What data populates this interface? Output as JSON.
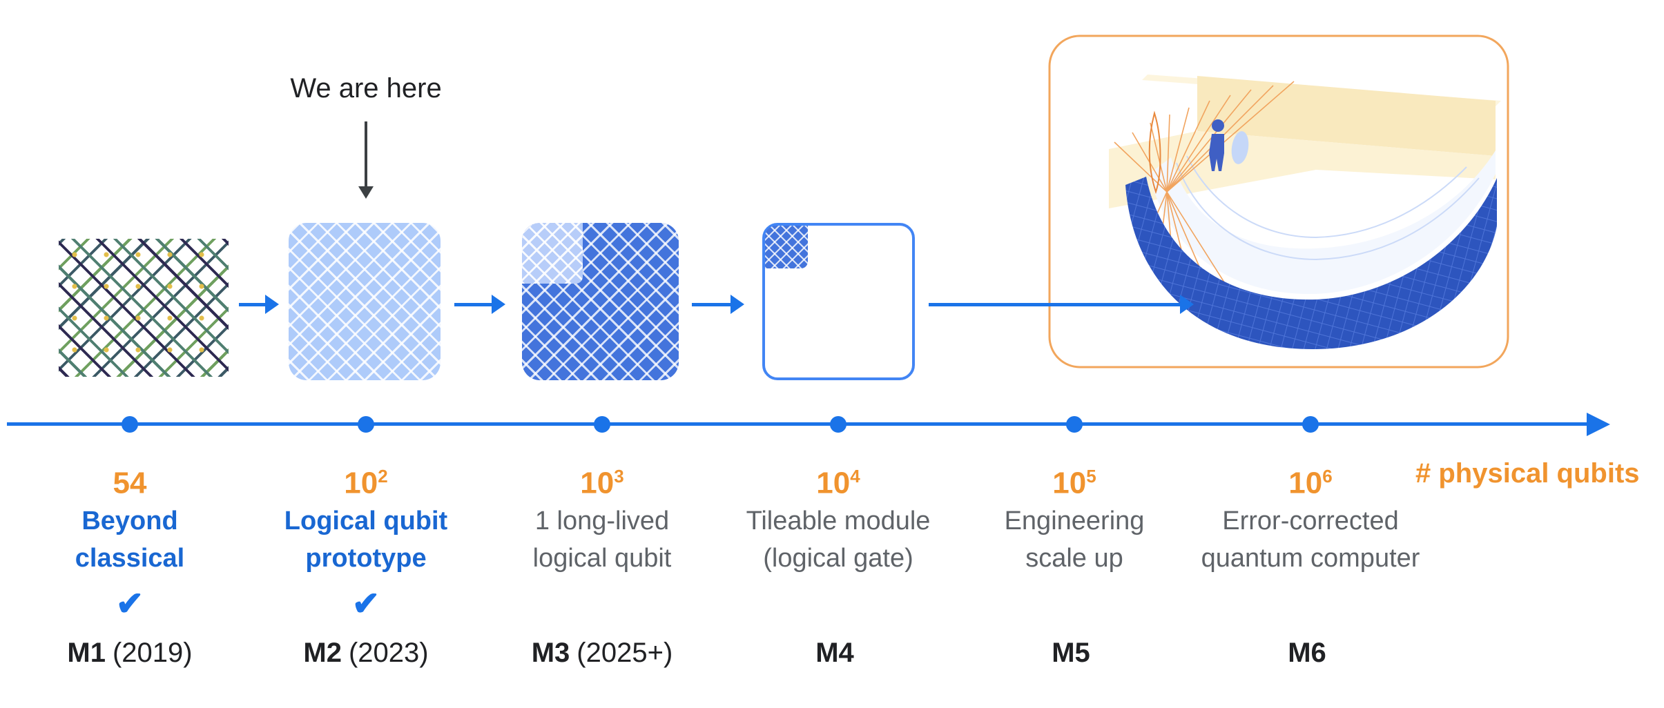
{
  "colors": {
    "timeline_blue": "#1A73E8",
    "label_blue": "#1967D2",
    "orange": "#F0932E",
    "gray": "#5F6368",
    "light_blue_tile": "#AECBFA",
    "dark_blue_tile": "#4374DC",
    "illustration_border_orange": "#F2A65C"
  },
  "annotation": {
    "we_are_here": "We are here"
  },
  "axis": {
    "label": "# physical qubits"
  },
  "milestones": [
    {
      "qubits_base": "54",
      "qubits_exp": "",
      "label_line1": "Beyond",
      "label_line2": "classical",
      "check": "✔",
      "id": "M1",
      "year": "(2019)"
    },
    {
      "qubits_base": "10",
      "qubits_exp": "2",
      "label_line1": "Logical qubit",
      "label_line2": "prototype",
      "check": "✔",
      "id": "M2",
      "year": "(2023)"
    },
    {
      "qubits_base": "10",
      "qubits_exp": "3",
      "label_line1": "1 long-lived",
      "label_line2": "logical qubit",
      "check": "",
      "id": "M3",
      "year": "(2025+)"
    },
    {
      "qubits_base": "10",
      "qubits_exp": "4",
      "label_line1": "Tileable module",
      "label_line2": "(logical gate)",
      "check": "",
      "id": "M4",
      "year": ""
    },
    {
      "qubits_base": "10",
      "qubits_exp": "5",
      "label_line1": "Engineering",
      "label_line2": "scale up",
      "check": "",
      "id": "M5",
      "year": ""
    },
    {
      "qubits_base": "10",
      "qubits_exp": "6",
      "label_line1": "Error-corrected",
      "label_line2": "quantum computer",
      "check": "",
      "id": "M6",
      "year": ""
    }
  ]
}
